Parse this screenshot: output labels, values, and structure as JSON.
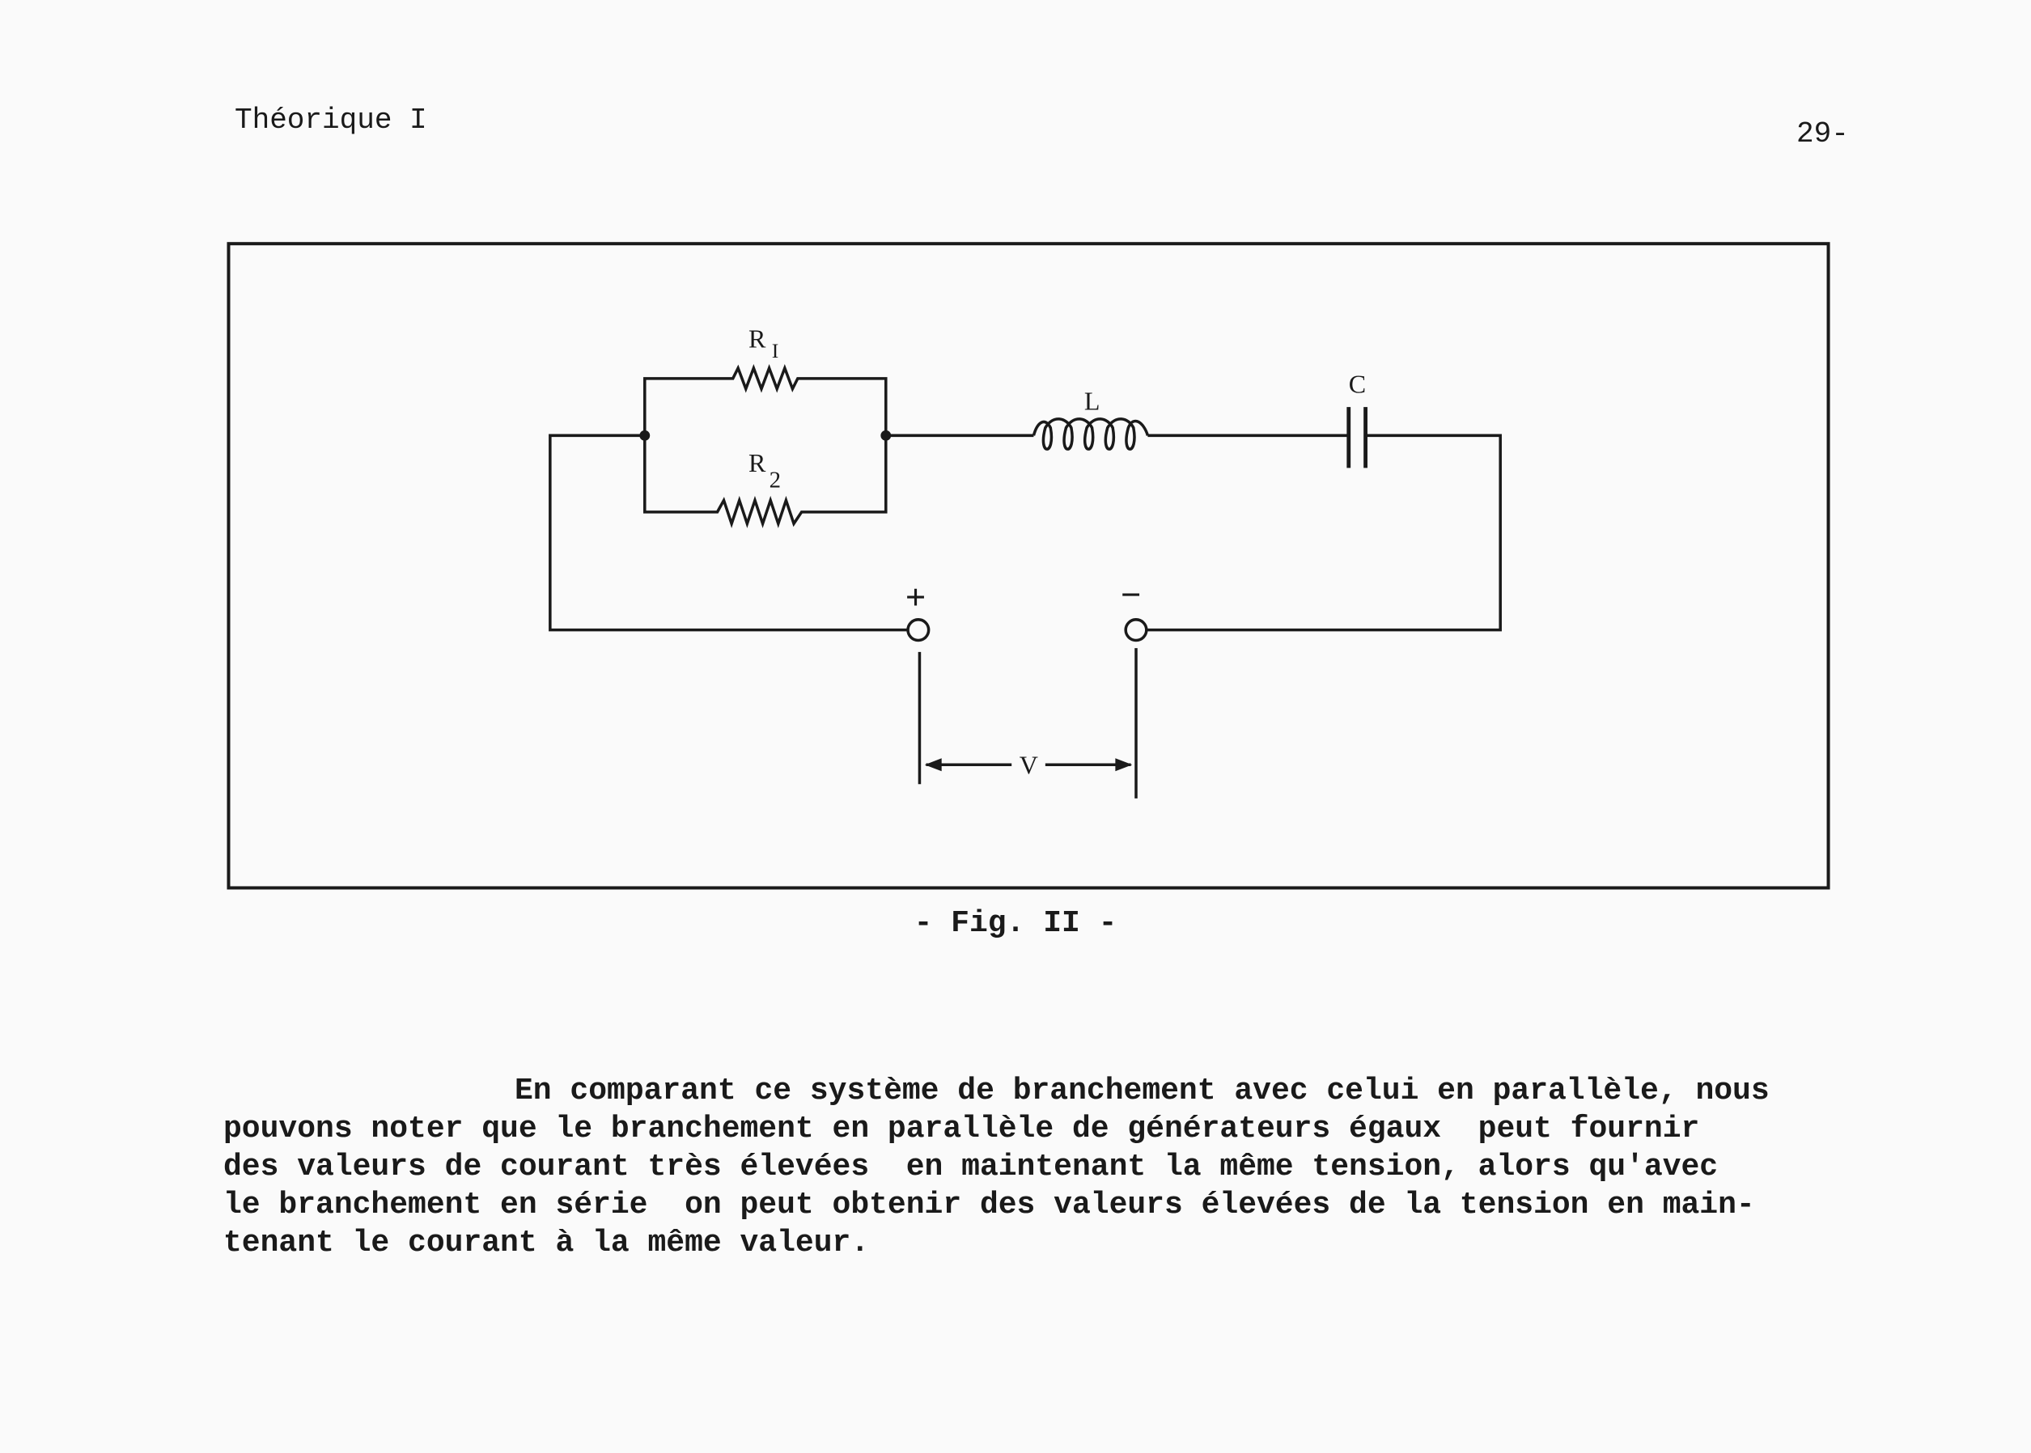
{
  "header": {
    "section": "Théorique I",
    "page_number": "29-"
  },
  "figure": {
    "labels": {
      "r1": "R",
      "r1_sub": "I",
      "r2": "R",
      "r2_sub": "2",
      "inductor": "L",
      "capacitor": "C",
      "plus": "+",
      "minus": "−",
      "voltage": "V"
    },
    "caption": "- Fig. II -"
  },
  "body": {
    "lines": [
      "En comparant ce système de branchement avec celui en parallèle, nous",
      "pouvons noter que le branchement en parallèle de générateurs égaux  peut fournir",
      "des valeurs de courant très élevées  en maintenant la même tension, alors qu'avec",
      "le branchement en série  on peut obtenir des valeurs élevées de la tension en main-",
      "tenant le courant à la même valeur."
    ]
  }
}
